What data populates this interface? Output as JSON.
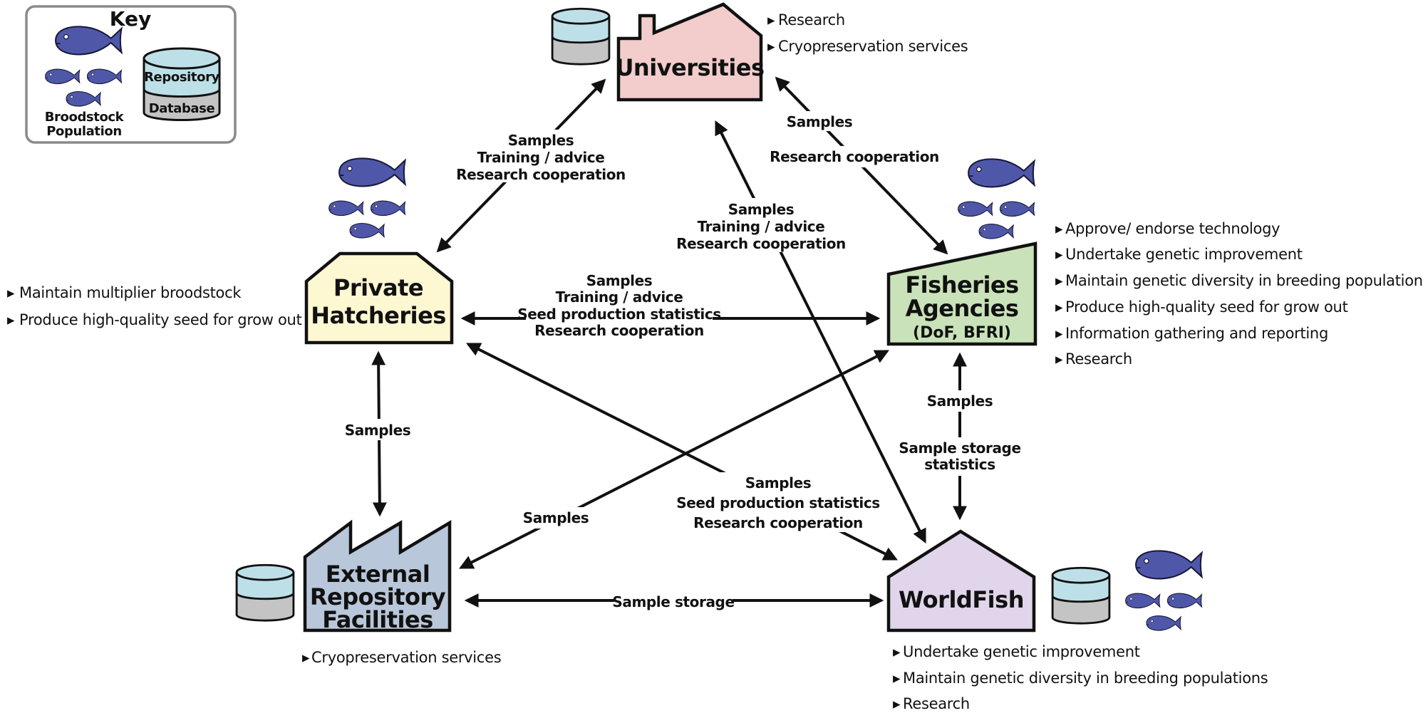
{
  "key": {
    "title": "Key",
    "broodstock_line1": "Broodstock",
    "broodstock_line2": "Population",
    "repository": "Repository",
    "database": "Database"
  },
  "nodes": {
    "universities": {
      "label": "Universities",
      "color": "#f3cccc",
      "bullets": [
        "Research",
        "Cryopreservation services"
      ]
    },
    "private_hatcheries": {
      "line1": "Private",
      "line2": "Hatcheries",
      "color": "#fdf7d2",
      "bullets": [
        "Maintain multiplier broodstock",
        "Produce high-quality seed for grow out"
      ]
    },
    "fisheries_agencies": {
      "line1": "Fisheries",
      "line2": "Agencies",
      "line3": "(DoF, BFRI)",
      "color": "#c9e2b9",
      "bullets": [
        "Approve/ endorse technology",
        "Undertake genetic improvement",
        "Maintain genetic diversity in breeding populations",
        "Produce high-quality seed for grow out",
        "Information gathering and reporting",
        "Research"
      ]
    },
    "external_repository": {
      "line1": "External",
      "line2": "Repository",
      "line3": "Facilities",
      "color": "#b8c7d9",
      "bullets": [
        "Cryopreservation services"
      ]
    },
    "worldfish": {
      "label": "WorldFish",
      "color": "#e0d5ea",
      "bullets": [
        "Undertake genetic improvement",
        "Maintain genetic diversity in breeding populations",
        "Research"
      ]
    }
  },
  "edges": {
    "univ_hatch": [
      "Samples",
      "Training / advice",
      "Research cooperation"
    ],
    "univ_fish": [
      "Samples",
      "Research cooperation"
    ],
    "univ_world": [
      "Samples",
      "Training / advice",
      "Research cooperation"
    ],
    "hatch_fish": [
      "Samples",
      "Training / advice",
      "Seed production statistics",
      "Research cooperation"
    ],
    "hatch_ext": [
      "Samples"
    ],
    "hatch_world": [
      "Samples",
      "Seed production statistics",
      "Research cooperation"
    ],
    "fish_ext": [
      "Samples"
    ],
    "fish_world": [
      "Samples",
      "Sample storage",
      "statistics"
    ],
    "ext_world": [
      "Sample storage"
    ]
  },
  "colors": {
    "fish": "#4f58a8",
    "repository": "#bde0e8",
    "database": "#c4c4c4",
    "key_border": "#8a8a8a"
  }
}
